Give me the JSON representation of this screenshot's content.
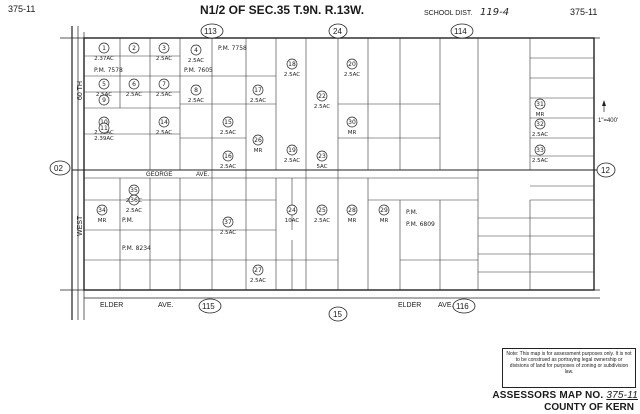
{
  "header": {
    "map_no_left": "375-11",
    "title": "N1/2 OF SEC.35 T.9N. R.13W.",
    "school_dist_label": "SCHOOL DIST.",
    "school_dist_value": "119-4",
    "map_no_right": "375-11"
  },
  "adjacent_sheets": [
    "02",
    "113",
    "24",
    "114",
    "12",
    "115",
    "15",
    "116"
  ],
  "streets": [
    "60 TH",
    "WEST",
    "GEORGE",
    "AVE.",
    "ELDER",
    "AVE.",
    "ELDER",
    "AVE."
  ],
  "scale": "1\"=400'",
  "parcels": [
    {
      "num": "1",
      "area": "2.37AC"
    },
    {
      "num": "2",
      "area": ""
    },
    {
      "num": "3",
      "area": "2.5AC"
    },
    {
      "num": "4",
      "area": "2.5AC"
    },
    {
      "num": "5",
      "area": "2.5AC"
    },
    {
      "num": "6",
      "area": "2.5AC"
    },
    {
      "num": "7",
      "area": "2.5AC"
    },
    {
      "num": "8",
      "area": "2.5AC"
    },
    {
      "num": "9",
      "area": ""
    },
    {
      "num": "10",
      "area": "2.39AC"
    },
    {
      "num": "11",
      "area": "2.39AC"
    },
    {
      "num": "14",
      "area": "2.5AC"
    },
    {
      "num": "15",
      "area": "2.5AC"
    },
    {
      "num": "16",
      "area": "2.5AC"
    },
    {
      "num": "17",
      "area": "2.5AC"
    },
    {
      "num": "18",
      "area": "2.5AC"
    },
    {
      "num": "19",
      "area": "2.5AC"
    },
    {
      "num": "20",
      "area": "2.5AC"
    },
    {
      "num": "22",
      "area": "2.5AC"
    },
    {
      "num": "23",
      "area": "5AC"
    },
    {
      "num": "24",
      "area": "10AC"
    },
    {
      "num": "25",
      "area": "2.5AC"
    },
    {
      "num": "26",
      "area": "MR"
    },
    {
      "num": "27",
      "area": "2.5AC"
    },
    {
      "num": "28",
      "area": "MR"
    },
    {
      "num": "29",
      "area": "MR"
    },
    {
      "num": "30",
      "area": "MR"
    },
    {
      "num": "31",
      "area": "MR"
    },
    {
      "num": "32",
      "area": "2.5AC"
    },
    {
      "num": "33",
      "area": "2.5AC"
    },
    {
      "num": "34",
      "area": "MR"
    },
    {
      "num": "35",
      "area": "2.5AC"
    },
    {
      "num": "36",
      "area": "2.5AC"
    },
    {
      "num": "37",
      "area": "2.5AC"
    }
  ],
  "annotations": [
    "P.M. 7578",
    "P.M. 7605",
    "P.M. 6809",
    "P.M. 8234",
    "P.M. 7758",
    "P.M.",
    "P.M."
  ],
  "note": {
    "text": "Note: This map is for assessment purposes only. It is not to be construed as portraying legal ownership or divisions of land for purposes of zoning or subdivision law."
  },
  "footer": {
    "map_label": "ASSESSORS MAP NO.",
    "map_no": "375-11",
    "county": "COUNTY OF KERN"
  }
}
